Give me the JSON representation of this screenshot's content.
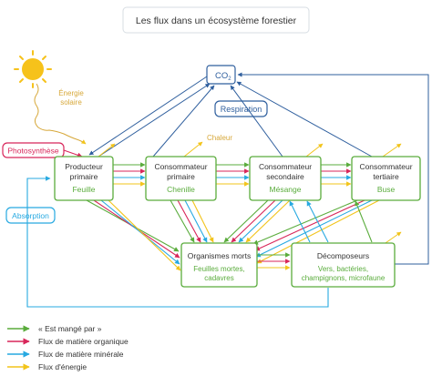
{
  "title": "Les flux dans un écosystème forestier",
  "sun_label_1": "Énergie",
  "sun_label_2": "solaire",
  "co2": {
    "main": "CO",
    "sub": "2"
  },
  "respiration": "Respiration",
  "photosynthese": "Photosynthèse",
  "absorption": "Absorption",
  "chaleur": "Chaleur",
  "nodes": {
    "producteur": {
      "line1": "Producteur",
      "line2": "primaire",
      "example": "Feuille"
    },
    "cons1": {
      "line1": "Consommateur",
      "line2": "primaire",
      "example": "Chenille"
    },
    "cons2": {
      "line1": "Consommateur",
      "line2": "secondaire",
      "example": "Mésange"
    },
    "cons3": {
      "line1": "Consommateur",
      "line2": "tertiaire",
      "example": "Buse"
    },
    "morts": {
      "line1": "Organismes morts",
      "ex1": "Feuilles mortes,",
      "ex2": "cadavres"
    },
    "decomp": {
      "line1": "Décomposeurs",
      "ex1": "Vers, bactéries,",
      "ex2": "champignons, microfaune"
    }
  },
  "legend": [
    {
      "label": "« Est mangé par »",
      "color": "#5aac3c"
    },
    {
      "label": "Flux de matière organique",
      "color": "#d8265a"
    },
    {
      "label": "Flux de matière minérale",
      "color": "#27a9e1"
    },
    {
      "label": "Flux d'énergie",
      "color": "#f2c41b"
    }
  ],
  "colors": {
    "green": "#5aac3c",
    "red": "#d8265a",
    "blue": "#27a9e1",
    "yellow": "#f2c41b",
    "navy": "#2f5f9e",
    "sun": "#f6c21b",
    "sunray": "#d7a83a"
  }
}
